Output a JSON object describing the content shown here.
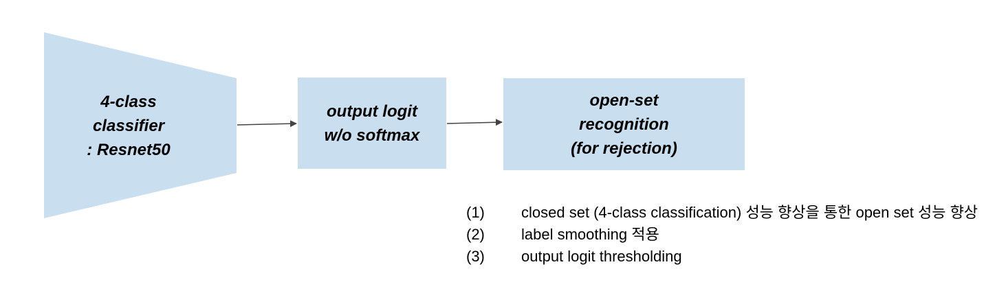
{
  "colors": {
    "box_fill": "#c9dff0",
    "arrow": "#444444",
    "text": "#000000"
  },
  "nodes": {
    "classifier": {
      "lines": [
        "4-class",
        "classifier",
        ": Resnet50"
      ]
    },
    "logit": {
      "lines": [
        "output logit",
        "w/o softmax"
      ]
    },
    "openset": {
      "lines": [
        "open-set",
        "recognition",
        "(for rejection)"
      ]
    }
  },
  "notes": [
    {
      "num": "(1)",
      "text": "closed set (4-class classification) 성능 향상을 통한 open set 성능 향상"
    },
    {
      "num": "(2)",
      "text": "label smoothing 적용"
    },
    {
      "num": "(3)",
      "text": "output logit thresholding"
    }
  ]
}
